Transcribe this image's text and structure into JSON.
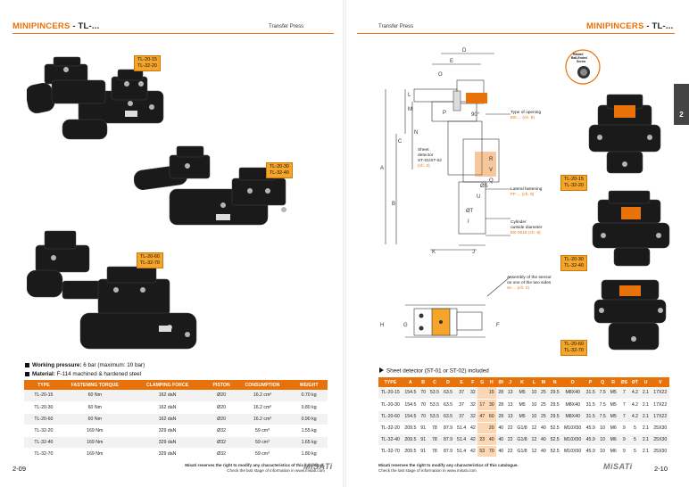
{
  "left_page": {
    "title_brand": "MINIPINCERS",
    "title_suffix": " - TL-...",
    "section": "Transfer Press",
    "photo_tags": [
      {
        "line1": "TL-20-15",
        "line2": "TL-32-20"
      },
      {
        "line1": "TL-20-30",
        "line2": "TL-32-40"
      },
      {
        "line1": "TL-20-60",
        "line2": "TL-32-70"
      }
    ],
    "specs": {
      "pressure_label": "Working pressure:",
      "pressure_value": " 6 bar (maximum: 10 bar)",
      "material_label": "Material:",
      "material_value": " F-114 machined & hardened steel"
    },
    "table": {
      "headers": [
        "TYPE",
        "FASTENING TORQUE",
        "CLAMPING FORCE",
        "PISTON",
        "CONSUMPTION",
        "WEIGHT"
      ],
      "rows": [
        [
          "TL-20-15",
          "60 Nm",
          "162 daN",
          "Ø20",
          "16.2 cm³",
          "0.70 kg"
        ],
        [
          "TL-20-30",
          "60 Nm",
          "162 daN",
          "Ø20",
          "16.2 cm³",
          "0.80 kg"
        ],
        [
          "TL-20-60",
          "60 Nm",
          "162 daN",
          "Ø20",
          "16.2 cm³",
          "0.90 kg"
        ],
        [
          "TL-32-20",
          "169 Nm",
          "329 daN",
          "Ø32",
          "59 cm³",
          "1.55 kg"
        ],
        [
          "TL-32-40",
          "169 Nm",
          "329 daN",
          "Ø32",
          "59 cm³",
          "1.65 kg"
        ],
        [
          "TL-32-70",
          "169 Nm",
          "329 daN",
          "Ø32",
          "59 cm³",
          "1.80 kg"
        ]
      ]
    },
    "footnote_1": "Misati reserves the right to modify any characteristics of this catalogue.",
    "footnote_2": "Check the last stage of information in www.misati.com",
    "page_number": "2-09",
    "logo": "MiSATi"
  },
  "right_page": {
    "title_brand": "MINIPINCERS",
    "title_suffix": " - TL-...",
    "section": "Transfer Press",
    "side_tab": "2",
    "detail_label_1": "Ribbed",
    "detail_label_2": "Ball-Ended",
    "detail_label_3": "Screw",
    "diagram_letters": {
      "D": "D",
      "E": "E",
      "O": "O",
      "L": "L",
      "M": "M",
      "P": "P",
      "angle": "90°",
      "C": "C",
      "N": "N",
      "A": "A",
      "B": "B",
      "R": "R",
      "V": "V",
      "Q": "Q",
      "U": "U",
      "oS": "ØS",
      "oT": "ØT",
      "K": "K",
      "J": "J",
      "H": "H",
      "G": "G",
      "F": "F",
      "I": "I"
    },
    "diagram_labels": {
      "opening_1": "Type of opening",
      "opening_2": "EE-... (ch. 8)",
      "sheet_1": "Sheet",
      "sheet_2": "detector",
      "sheet_3": "ST-01/ST-02",
      "sheet_4": "(ch. 2)",
      "lateral_1": "Lateral fastening",
      "lateral_2": "FF-... (ch. 8)",
      "cyl_1": "Cylinder",
      "cyl_2": "outside diameter",
      "cyl_3": "EE-0015 (ch. 8)",
      "sensor_1": "Assembly of the sensor",
      "sensor_2": "on one of the two sides",
      "sensor_3": "SI-... (ch. 2)"
    },
    "photo_tags": [
      {
        "line1": "TL-20-15",
        "line2": "TL-32-20"
      },
      {
        "line1": "TL-20-30",
        "line2": "TL-32-40"
      },
      {
        "line1": "TL-20-60",
        "line2": "TL-32-70"
      }
    ],
    "sheet_note": "Sheet detector (ST-01 or ST-02) included",
    "table": {
      "headers": [
        "TYPE",
        "A",
        "B",
        "C",
        "D",
        "E",
        "F",
        "G",
        "H",
        "ØI",
        "J",
        "K",
        "L",
        "M",
        "N",
        "O",
        "P",
        "Q",
        "R",
        "ØS",
        "ØT",
        "U",
        "V"
      ],
      "rows": [
        [
          "TL-20-15",
          "154.5",
          "70",
          "53.5",
          "63.5",
          "37",
          "32",
          "",
          "15",
          "28",
          "13",
          "M5",
          "10",
          "25",
          "29.5",
          "M8X40",
          "31.5",
          "7.5",
          "M5",
          "7",
          "4.2",
          "2.1",
          "17X22"
        ],
        [
          "TL-20-30",
          "154.5",
          "70",
          "53.5",
          "63.5",
          "37",
          "32",
          "17",
          "30",
          "28",
          "13",
          "M5",
          "10",
          "25",
          "29.5",
          "M8X40",
          "31.5",
          "7.5",
          "M5",
          "7",
          "4.2",
          "2.1",
          "17X22"
        ],
        [
          "TL-20-60",
          "154.5",
          "70",
          "53.5",
          "63.5",
          "37",
          "32",
          "47",
          "60",
          "28",
          "13",
          "M5",
          "10",
          "25",
          "29.5",
          "M8X40",
          "31.5",
          "7.5",
          "M5",
          "7",
          "4.2",
          "2.1",
          "17X22"
        ],
        [
          "TL-32-20",
          "209.5",
          "91",
          "78",
          "87.9",
          "51.4",
          "42",
          "",
          "20",
          "40",
          "22",
          "G1/8",
          "12",
          "40",
          "52.5",
          "M10X50",
          "45.9",
          "10",
          "M6",
          "9",
          "5",
          "2.1",
          "25X30"
        ],
        [
          "TL-32-40",
          "209.5",
          "91",
          "78",
          "87.9",
          "51.4",
          "42",
          "23",
          "40",
          "40",
          "22",
          "G1/8",
          "12",
          "40",
          "52.5",
          "M10X50",
          "45.9",
          "10",
          "M6",
          "9",
          "5",
          "2.1",
          "25X30"
        ],
        [
          "TL-32-70",
          "209.5",
          "91",
          "78",
          "87.9",
          "51.4",
          "42",
          "53",
          "70",
          "40",
          "22",
          "G1/8",
          "12",
          "40",
          "52.5",
          "M10X50",
          "45.9",
          "10",
          "M6",
          "9",
          "5",
          "2.1",
          "25X30"
        ]
      ]
    },
    "footnote_1": "Misati reserves the right to modify any characteristics of this catalogue.",
    "footnote_2": "Check the last stage of information in www.misati.com",
    "page_number": "2-10",
    "logo": "MiSATi"
  },
  "colors": {
    "accent": "#e8710a",
    "tag": "#f4a52a",
    "highlight": "#fbd7b4",
    "tab": "#444444"
  }
}
